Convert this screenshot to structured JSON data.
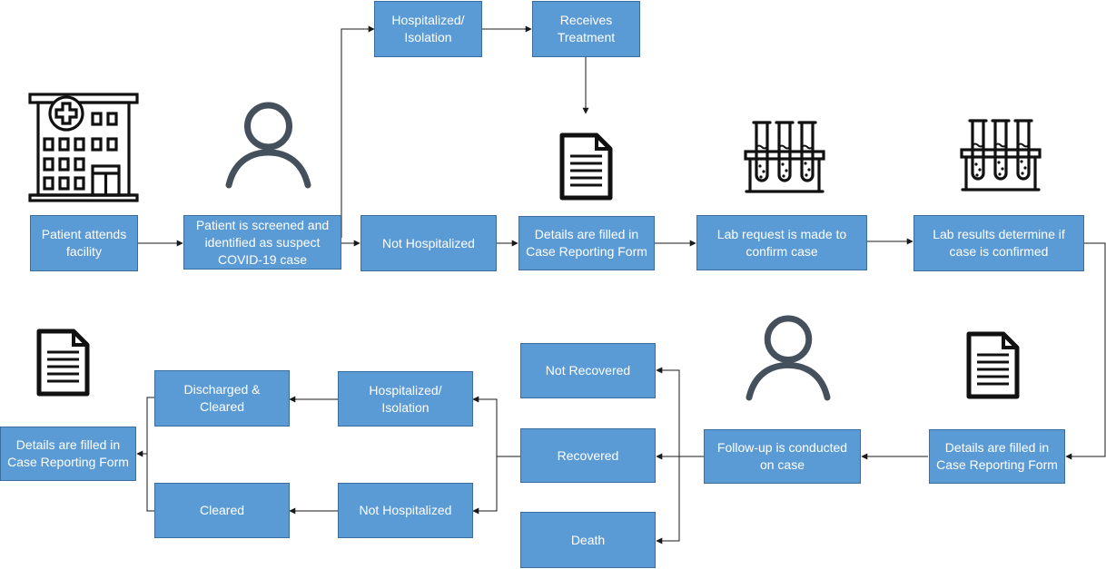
{
  "nodes": {
    "patient_attends": "Patient attends facility",
    "screened": "Patient is screened and identified as suspect COVID-19 case",
    "hosp_top": "Hospitalized/ Isolation",
    "receives_treatment": "Receives Treatment",
    "not_hosp_top": "Not Hospitalized",
    "details_top": "Details are filled in Case Reporting Form",
    "lab_request": "Lab request is made to confirm case",
    "lab_results": "Lab results determine  if case is confirmed",
    "details_right": "Details are filled in Case Reporting Form",
    "follow_up": "Follow-up is conducted on case",
    "not_recovered": "Not Recovered",
    "recovered": "Recovered",
    "death": "Death",
    "hosp_bottom": "Hospitalized/ Isolation",
    "not_hosp_bottom": "Not Hospitalized",
    "discharged": "Discharged & Cleared",
    "cleared": "Cleared",
    "details_left": "Details are filled in Case Reporting Form"
  },
  "icons": {
    "hospital": "hospital-building-icon",
    "person": "person-icon",
    "document": "document-icon",
    "test_tubes": "test-tubes-icon"
  },
  "colors": {
    "box_fill": "#5b9bd5",
    "box_border": "#3a6e9e",
    "box_text": "#ffffff",
    "connector": "#1a1a1a",
    "person_icon": "#44505c",
    "icon_dark": "#111111"
  }
}
